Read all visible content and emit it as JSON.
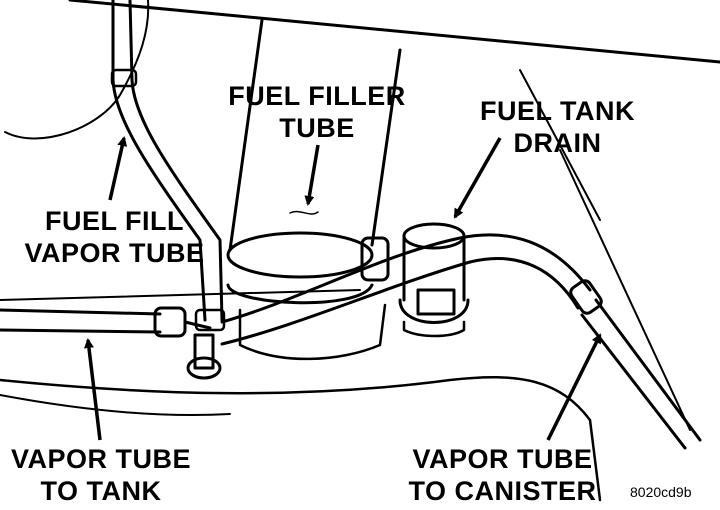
{
  "labels": {
    "fuel_filler_tube": [
      "FUEL FILLER",
      "TUBE"
    ],
    "fuel_tank_drain": [
      "FUEL TANK",
      "DRAIN"
    ],
    "fuel_fill_vapor_tube": [
      "FUEL FILL",
      "VAPOR TUBE"
    ],
    "vapor_tube_to_tank": [
      "VAPOR TUBE",
      "TO TANK"
    ],
    "vapor_tube_to_canister": [
      "VAPOR TUBE",
      "TO CANISTER"
    ]
  },
  "figure_code": "8020cd9b",
  "colors": {
    "ink": "#000000",
    "paper": "#ffffff"
  }
}
